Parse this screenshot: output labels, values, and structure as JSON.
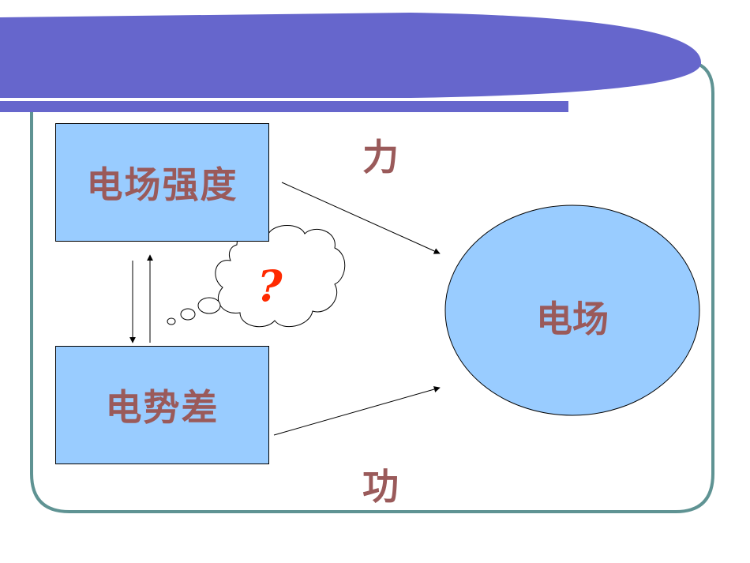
{
  "diagram": {
    "nodes": {
      "field_strength": "电场强度",
      "potential_difference": "电势差",
      "electric_field": "电场"
    },
    "edge_labels": {
      "force": "力",
      "work": "功"
    },
    "thought_symbol": "?"
  },
  "colors": {
    "banner": "#6666cc",
    "frame": "#5f9393",
    "node_fill": "#99ccff",
    "label_text": "#9a5a5a",
    "question_mark": "#ff2a00"
  }
}
